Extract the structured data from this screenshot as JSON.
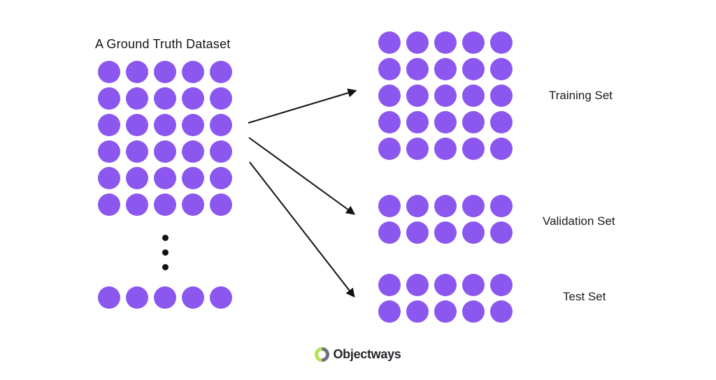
{
  "title": "A Ground Truth Dataset",
  "source": {
    "grid": {
      "rows": 6,
      "cols": 5
    },
    "ellipsis": {
      "rows": 3,
      "cols": 1
    },
    "last_row": {
      "rows": 1,
      "cols": 5
    }
  },
  "splits": [
    {
      "label": "Training Set",
      "grid": {
        "rows": 5,
        "cols": 5
      }
    },
    {
      "label": "Validation Set",
      "grid": {
        "rows": 2,
        "cols": 5
      }
    },
    {
      "label": "Test Set",
      "grid": {
        "rows": 2,
        "cols": 5
      }
    }
  ],
  "footer": {
    "brand": "Objectways"
  },
  "colors": {
    "dot": "#8b57ee",
    "arrow": "#111111",
    "ellipsis_dot": "#111111",
    "logo_green": "#b4e34f",
    "logo_gray": "#6b7280",
    "text": "#1b1b1f"
  }
}
